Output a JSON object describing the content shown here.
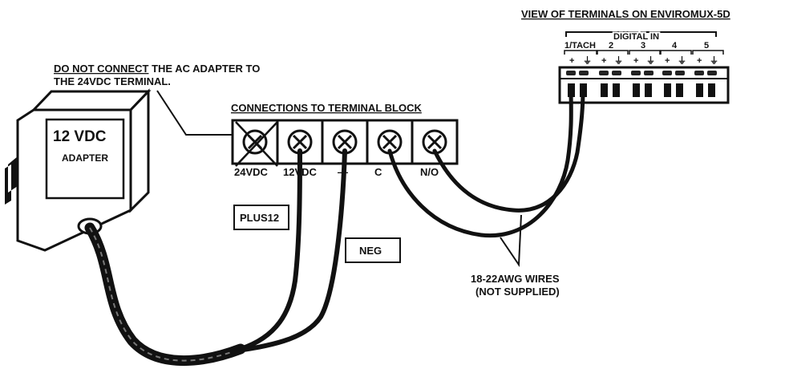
{
  "view_title": "VIEW OF TERMINALS ON ENVIROMUX-5D",
  "digital_in_label": "DIGITAL IN",
  "digital_channels": [
    "1/TACH",
    "2",
    "3",
    "4",
    "5"
  ],
  "plus_sign": "+",
  "ground_symbol": "⏚",
  "warning": {
    "underlined": "DO NOT CONNECT",
    "line1_rest": " THE AC ADAPTER TO",
    "line2": "THE 24VDC TERMINAL."
  },
  "block_title": "CONNECTIONS TO TERMINAL BLOCK",
  "terminal_labels": [
    "24VDC",
    "12VDC",
    "—",
    "C",
    "N/O"
  ],
  "adapter": {
    "voltage": "12 VDC",
    "name": "ADAPTER"
  },
  "plus12_label": "PLUS12",
  "neg_label": "NEG",
  "wires_line1": "18-22AWG WIRES",
  "wires_line2": "(NOT SUPPLIED)"
}
